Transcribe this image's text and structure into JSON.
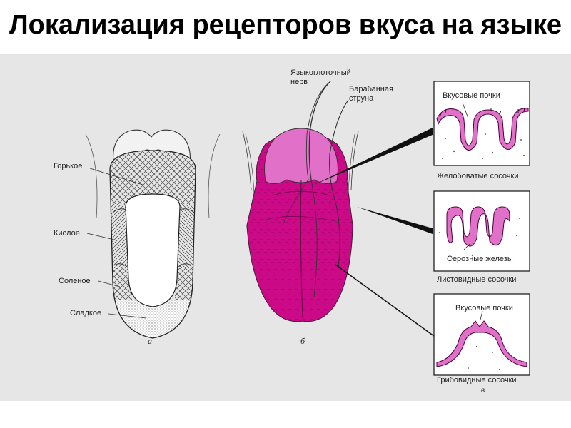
{
  "slide": {
    "title": "Локализация рецепторов вкуса на языке"
  },
  "panel_a": {
    "letter": "а",
    "zones": {
      "bitter": "Горькое",
      "sour": "Кислое",
      "salty": "Соленое",
      "sweet": "Сладкое"
    }
  },
  "panel_b": {
    "letter": "б",
    "nerve_glossopharyngeal_line1": "Языкоглоточный",
    "nerve_glossopharyngeal_line2": "нерв",
    "nerve_chorda_line1": "Барабанная",
    "nerve_chorda_line2": "струна"
  },
  "panel_v": {
    "letter": "в",
    "box1_label": "Вкусовые почки",
    "box1_caption": "Желобоватые сосочки",
    "box2_label": "Серозные железы",
    "box2_caption": "Листовидные сосочки",
    "box3_label": "Вкусовые почки",
    "box3_caption": "Грибовидные сосочки"
  },
  "colors": {
    "magenta": "#cc0b88",
    "pink": "#e070c8",
    "panel_bg": "#e7e6e6"
  }
}
